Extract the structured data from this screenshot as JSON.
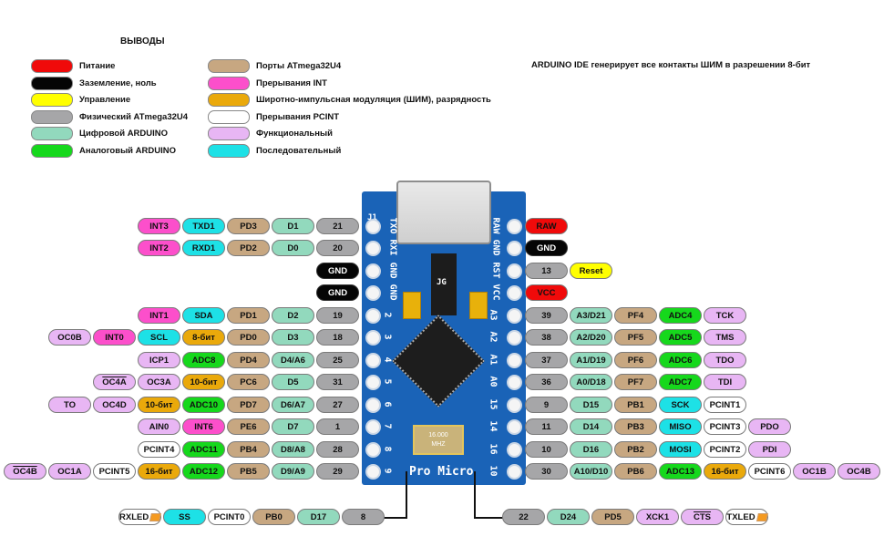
{
  "title": "ВЫВОДЫ",
  "note": "ARDUINO IDE генерирует все контакты ШИМ в разрешении 8-бит",
  "colors": {
    "power": "#f00a0a",
    "ground": "#050505",
    "control": "#ffff00",
    "physical": "#a6a6a8",
    "digital": "#92d9bd",
    "analog": "#16d81c",
    "port": "#c7a781",
    "int": "#fc4fcb",
    "pwm": "#eaa90b",
    "pcint": "#ffffff",
    "functional": "#e8b6f4",
    "serial": "#1de1e6",
    "board": "#1a63b7"
  },
  "legend": [
    {
      "label": "Питание"
    },
    {
      "label": "Заземление, ноль"
    },
    {
      "label": "Управление"
    },
    {
      "label": "Физический ATmega32U4"
    },
    {
      "label": "Цифровой ARDUINO"
    },
    {
      "label": "Аналоговый ARDUINO"
    },
    {
      "label": "Порты ATmega32U4"
    },
    {
      "label": "Прерывания INT"
    },
    {
      "label": "Широтно-импульсная модуляция (ШИМ), разрядность"
    },
    {
      "label": "Прерывания PCINT"
    },
    {
      "label": "Функциональный"
    },
    {
      "label": "Последовательный"
    }
  ],
  "board": {
    "name": "Pro Micro",
    "crystal": [
      "16.000",
      "MHZ"
    ],
    "chip_label": "JG",
    "jumper": "J1",
    "left_silk": [
      "TXO",
      "RXI",
      "GND",
      "GND",
      "2",
      "3",
      "4",
      "5",
      "6",
      "7",
      "8",
      "9"
    ],
    "right_silk": [
      "RAW",
      "GND",
      "RST",
      "VCC",
      "A3",
      "A2",
      "A1",
      "A0",
      "15",
      "14",
      "16",
      "10"
    ]
  },
  "left_rows": [
    [
      "INT3|int",
      "TXD1|ser",
      "PD3|port",
      "D1|dig",
      "21|phys"
    ],
    [
      "INT2|int",
      "RXD1|ser",
      "PD2|port",
      "D0|dig",
      "20|phys"
    ],
    [
      "GND|gnd"
    ],
    [
      "GND|gnd"
    ],
    [
      "INT1|int",
      "SDA|ser",
      "PD1|port",
      "D2|dig",
      "19|phys"
    ],
    [
      "OC0B|func",
      "INT0|int",
      "SCL|ser",
      "8-бит|pwm",
      "PD0|port",
      "D3|dig",
      "18|phys"
    ],
    [
      "ICP1|func",
      "ADC8|ana",
      "PD4|port",
      "D4/A6|dig",
      "25|phys"
    ],
    [
      "OC4A|func|ol",
      "OC3A|func",
      "10-бит|pwm",
      "PC6|port",
      "D5|dig",
      "31|phys"
    ],
    [
      "TO|func",
      "OC4D|func",
      "10-бит|pwm",
      "ADC10|ana",
      "PD7|port",
      "D6/A7|dig",
      "27|phys"
    ],
    [
      "AIN0|func",
      "INT6|int",
      "PE6|port",
      "D7|dig",
      "1|phys"
    ],
    [
      "PCINT4|pcint",
      "ADC11|ana",
      "PB4|port",
      "D8/A8|dig",
      "28|phys"
    ],
    [
      "OC4B|func|ol",
      "OC1A|func",
      "PCINT5|pcint",
      "16-бит|pwm",
      "ADC12|ana",
      "PB5|port",
      "D9/A9|dig",
      "29|phys"
    ]
  ],
  "right_rows": [
    [
      "RAW|power"
    ],
    [
      "GND|gnd"
    ],
    [
      "13|phys",
      "Reset|ctrl"
    ],
    [
      "VCC|power"
    ],
    [
      "39|phys",
      "A3/D21|dig",
      "PF4|port",
      "ADC4|ana",
      "TCK|func"
    ],
    [
      "38|phys",
      "A2/D20|dig",
      "PF5|port",
      "ADC5|ana",
      "TMS|func"
    ],
    [
      "37|phys",
      "A1/D19|dig",
      "PF6|port",
      "ADC6|ana",
      "TDO|func"
    ],
    [
      "36|phys",
      "A0/D18|dig",
      "PF7|port",
      "ADC7|ana",
      "TDI|func"
    ],
    [
      "9|phys",
      "D15|dig",
      "PB1|port",
      "SCK|ser",
      "PCINT1|pcint"
    ],
    [
      "11|phys",
      "D14|dig",
      "PB3|port",
      "MISO|ser",
      "PCINT3|pcint",
      "PDO|func"
    ],
    [
      "10|phys",
      "D16|dig",
      "PB2|port",
      "MOSI|ser",
      "PCINT2|pcint",
      "PDI|func"
    ],
    [
      "30|phys",
      "A10/D10|dig",
      "PB6|port",
      "ADC13|ana",
      "16-бит|pwm",
      "PCINT6|pcint",
      "OC1B|func",
      "OC4B|func"
    ]
  ],
  "bottom_left": [
    "RXLED|pcint|led",
    "SS|ser",
    "PCINT0|pcint",
    "PB0|port",
    "D17|dig",
    "8|phys"
  ],
  "bottom_right": [
    "22|phys",
    "D24|dig",
    "PD5|port",
    "XCK1|func",
    "CTS|func|ol",
    "TXLED|pcint|led"
  ]
}
